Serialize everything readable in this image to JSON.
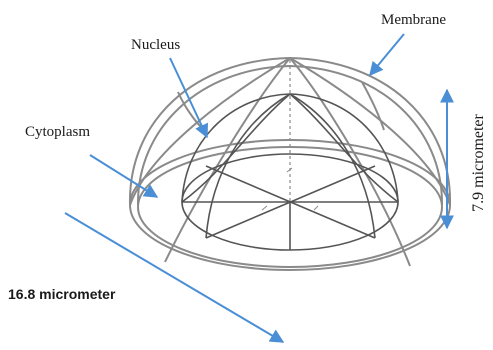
{
  "labels": {
    "nucleus": "Nucleus",
    "membrane": "Membrane",
    "cytoplasm": "Cytoplasm",
    "height": "7.9 micrometer",
    "width": "16.8 micrometer"
  },
  "colors": {
    "outline": "#8a8a8a",
    "inner_wire": "#555555",
    "arrow": "#4a8fd6",
    "text": "#1a1a1a"
  }
}
